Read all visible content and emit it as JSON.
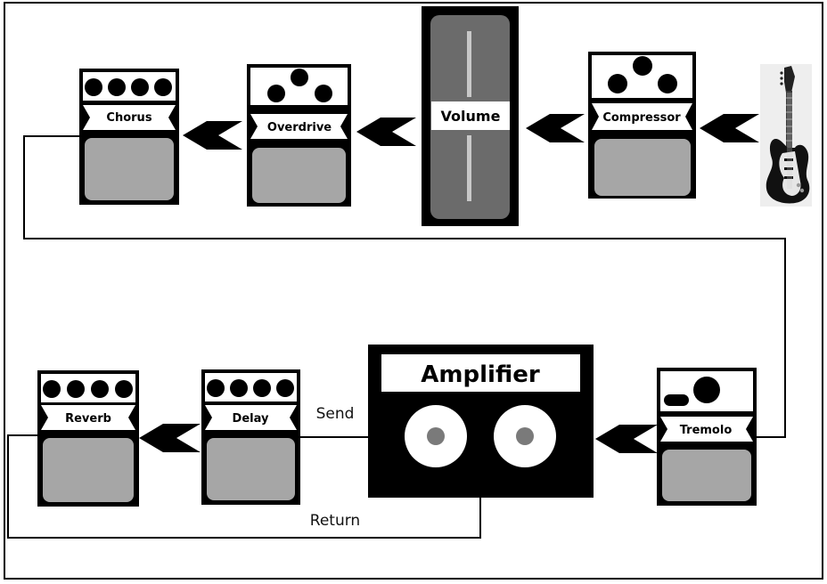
{
  "colors": {
    "pedal_body": "#000000",
    "pedal_face": "#ffffff",
    "footswitch": "#a6a6a6",
    "volume_body": "#6b6b6b",
    "speaker_cone": "#7a7a7a",
    "wire": "#000000"
  },
  "pedals": {
    "chorus": {
      "label": "Chorus"
    },
    "overdrive": {
      "label": "Overdrive"
    },
    "volume": {
      "label": "Volume"
    },
    "compressor": {
      "label": "Compressor"
    },
    "tremolo": {
      "label": "Tremolo"
    },
    "delay": {
      "label": "Delay"
    },
    "reverb": {
      "label": "Reverb"
    }
  },
  "amplifier": {
    "label": "Amplifier"
  },
  "connections": {
    "send_label": "Send",
    "return_label": "Return"
  },
  "icons": {
    "guitar": "electric-guitar-icon",
    "arrow": "chevron-left-arrow-icon"
  }
}
